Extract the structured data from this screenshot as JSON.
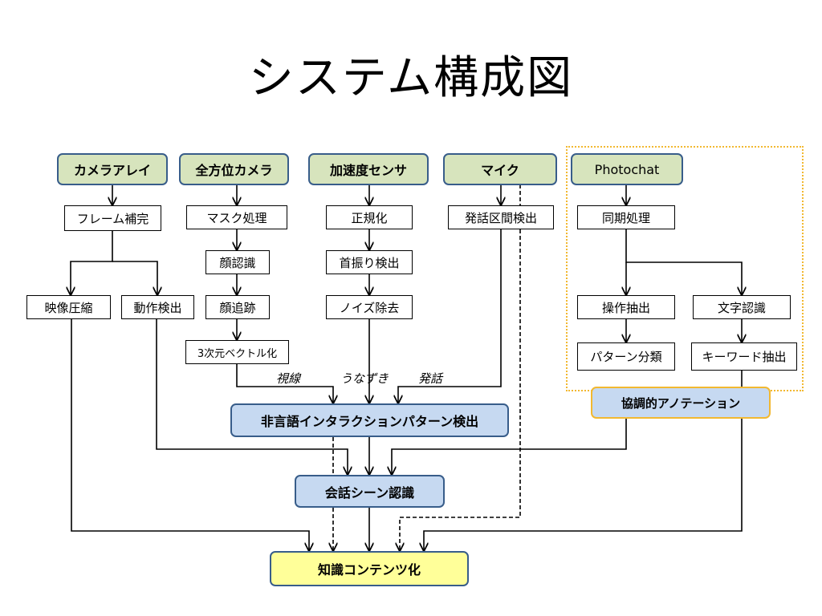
{
  "slide": {
    "title": "システム構成図"
  },
  "sources": {
    "camera_array": "カメラアレイ",
    "omni_camera": "全方位カメラ",
    "accelerometer": "加速度センサ",
    "microphone": "マイク",
    "photochat": "Photochat"
  },
  "processes": {
    "frame_interpolation": "フレーム補完",
    "video_compression": "映像圧縮",
    "motion_detection": "動作検出",
    "mask_processing": "マスク処理",
    "face_recognition": "顔認識",
    "face_tracking": "顔追跡",
    "vector_3d": "3次元ベクトル化",
    "normalization": "正規化",
    "nod_detection": "首振り検出",
    "noise_removal": "ノイズ除去",
    "speech_detection": "発話区間検出",
    "sync_processing": "同期処理",
    "operation_extraction": "操作抽出",
    "text_recognition": "文字認識",
    "pattern_classification": "パターン分類",
    "keyword_extraction": "キーワード抽出"
  },
  "outputs": {
    "nonverbal_detection": "非言語インタラクションパターン検出",
    "collaborative_annotation": "協調的アノテーション",
    "scene_recognition": "会話シーン認識",
    "knowledge_content": "知識コンテンツ化"
  },
  "edge_labels": {
    "gaze": "視線",
    "nod": "うなずき",
    "speech": "発話"
  }
}
